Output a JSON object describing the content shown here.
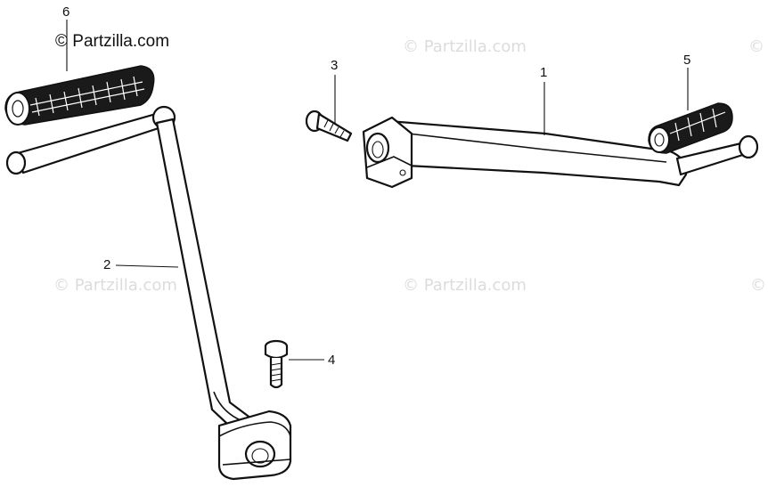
{
  "watermarks": {
    "primary": "© Partzilla.com",
    "faint": "© Partzilla.com"
  },
  "callouts": [
    {
      "id": "1",
      "label": "1"
    },
    {
      "id": "2",
      "label": "2"
    },
    {
      "id": "3",
      "label": "3"
    },
    {
      "id": "4",
      "label": "4"
    },
    {
      "id": "5",
      "label": "5"
    },
    {
      "id": "6",
      "label": "6"
    }
  ],
  "colors": {
    "ink": "#111111",
    "watermark": "#dcdcdc",
    "background": "#ffffff"
  }
}
